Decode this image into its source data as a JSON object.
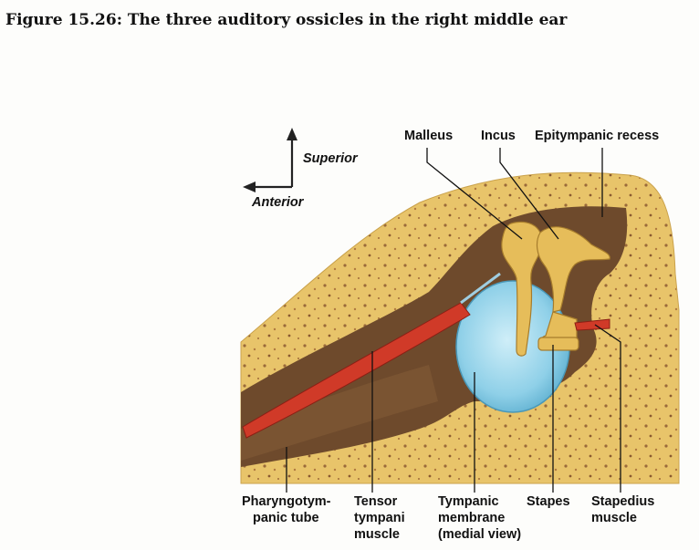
{
  "title": "Figure 15.26: The three auditory ossicles in the right middle ear",
  "orientation": {
    "superior": "Superior",
    "anterior": "Anterior"
  },
  "labels": {
    "malleus": "Malleus",
    "incus": "Incus",
    "epitympanic": "Epitympanic recess",
    "pharyngo_1": "Pharyngotym-",
    "pharyngo_2": "panic tube",
    "tensor_1": "Tensor",
    "tensor_2": "tympani",
    "tensor_3": "muscle",
    "tympanic_1": "Tympanic",
    "tympanic_2": "membrane",
    "tympanic_3": "(medial view)",
    "stapes": "Stapes",
    "stapedius_1": "Stapedius",
    "stapedius_2": "muscle"
  },
  "colors": {
    "bone": "#e8c46a",
    "cavity": "#6e4a2c",
    "membrane": "#8fd0e8",
    "ossicle": "#e6bd5a",
    "muscle": "#d03a28"
  }
}
